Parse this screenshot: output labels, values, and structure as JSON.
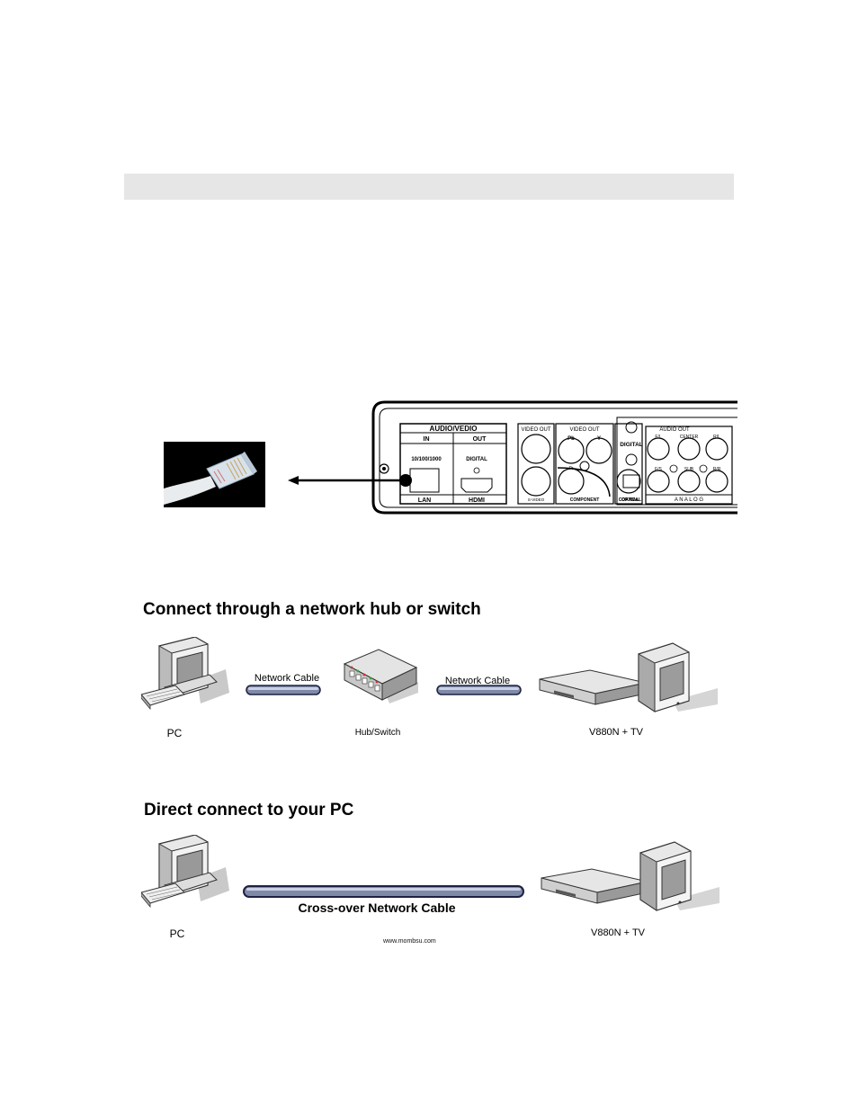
{
  "panel": {
    "section_title": "AUDIO/VEDIO",
    "in_label": "IN",
    "out_label": "OUT",
    "lan_speed": "10/100/1000",
    "lan_label": "LAN",
    "digital_small": "DIGITAL",
    "hdmi_label": "HDMI",
    "video_out_1": "VIDEO OUT",
    "video_out_2": "VIDEO OUT",
    "s_video": "S-VIDEO",
    "pb": "Pb",
    "y": "Y",
    "pr": "Pr",
    "component": "COMPONENT",
    "digital": "DIGITAL",
    "coaxial": "COAXIAL",
    "optical": "OPTICAL",
    "audio_out": "AUDIO OUT",
    "fl": "F/L",
    "center": "CENTER",
    "rl": "R/L",
    "fs": "F/S",
    "sub": "SUB",
    "rr": "R/R",
    "analog": "A N A L O G"
  },
  "section1": {
    "title": "Connect through a network hub or switch",
    "cable1": "Network Cable",
    "cable2": "Network Cable",
    "pc": "PC",
    "hub": "Hub/Switch",
    "device": "V880N + TV"
  },
  "section2": {
    "title": "Direct connect to your PC",
    "cable": "Cross-over Network Cable",
    "pc": "PC",
    "device": "V880N + TV",
    "watermark": "www.mombsu.com"
  }
}
